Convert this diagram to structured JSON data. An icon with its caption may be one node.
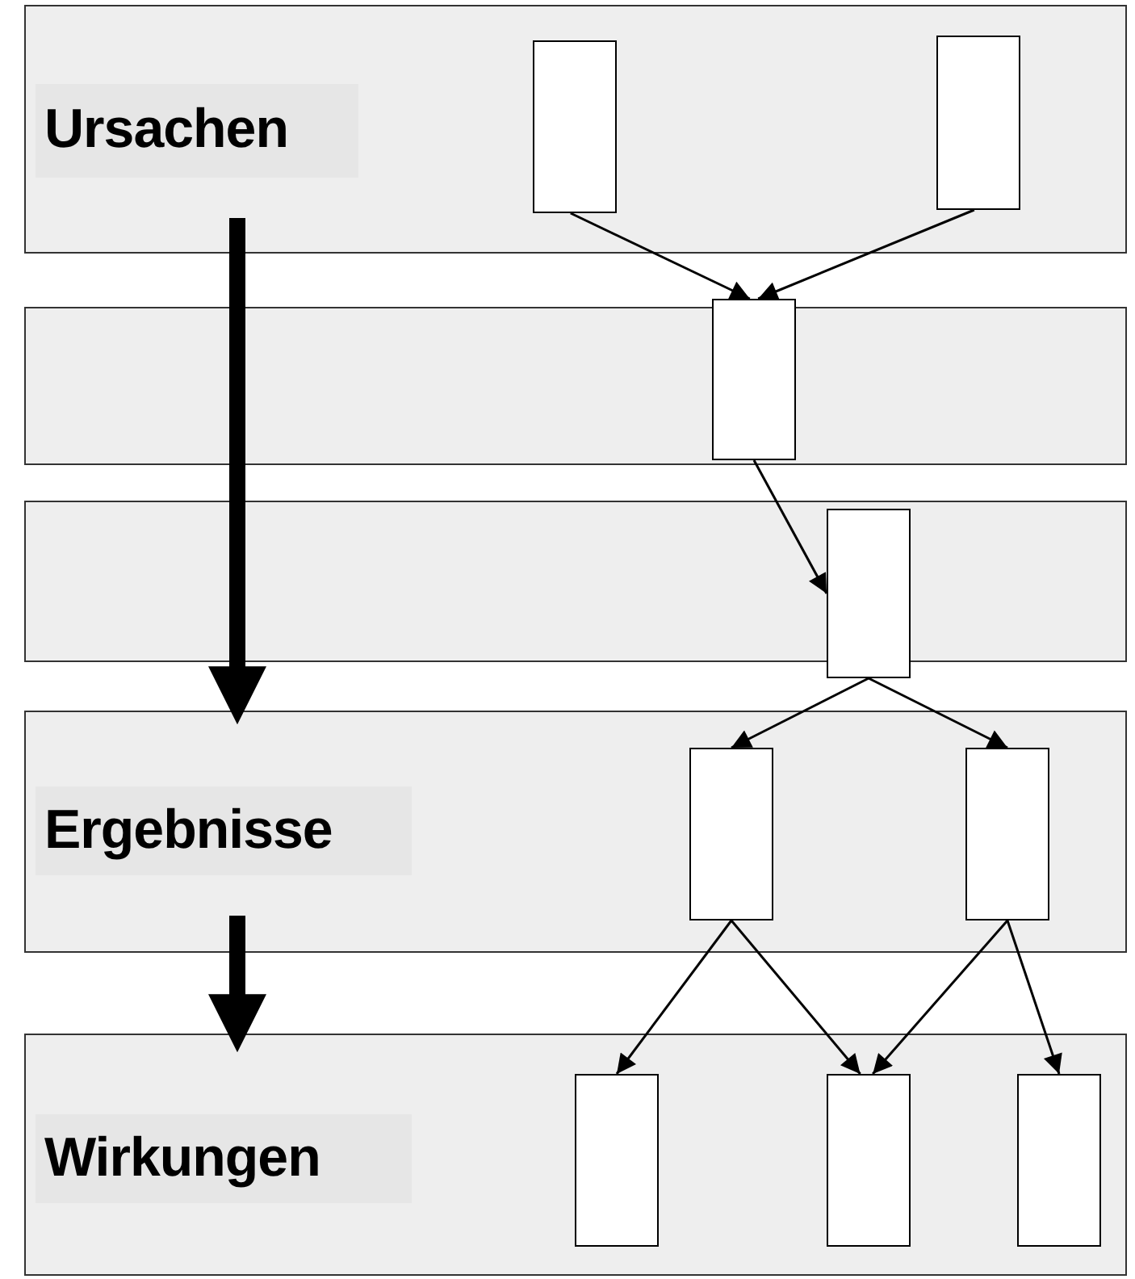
{
  "diagram": {
    "nodes": [
      {
        "text": [],
        "shape": "box"
      },
      {
        "text": [
          "Ursachen"
        ],
        "in": 0
      },
      {
        "text": [],
        "shape": "box",
        "in": 0
      },
      {
        "text": [],
        "shape": "box",
        "in": 0
      },
      {
        "text": [],
        "shape": "box"
      },
      {
        "text": [],
        "shape": "box",
        "in": 4
      },
      {
        "text": [],
        "shape": "box"
      },
      {
        "text": [],
        "shape": "box",
        "in": 6
      },
      {
        "text": [],
        "shape": "box"
      },
      {
        "text": [
          "Ergebnisse"
        ],
        "in": 8
      },
      {
        "text": [],
        "shape": "box",
        "in": 8
      },
      {
        "text": [],
        "shape": "box",
        "in": 8
      },
      {
        "text": [],
        "shape": "box"
      },
      {
        "text": [
          "Wirkungen"
        ],
        "in": 12
      },
      {
        "text": [],
        "shape": "box",
        "in": 12
      },
      {
        "text": [],
        "shape": "box",
        "in": 12
      },
      {
        "text": [],
        "shape": "box",
        "in": 12
      }
    ],
    "edges": [
      {
        "from": 2,
        "to": 5,
        "arrow": "to"
      },
      {
        "from": 3,
        "to": 5,
        "arrow": "to"
      },
      {
        "from": 5,
        "to": 7,
        "arrow": "to"
      },
      {
        "from": 7,
        "to": 10,
        "arrow": "to"
      },
      {
        "from": 7,
        "to": 11,
        "arrow": "to"
      },
      {
        "from": 10,
        "to": 14,
        "arrow": "to"
      },
      {
        "from": 10,
        "to": 15,
        "arrow": "to"
      },
      {
        "from": 11,
        "to": 15,
        "arrow": "to"
      },
      {
        "from": 11,
        "to": 16,
        "arrow": "to"
      },
      {
        "from": 1,
        "to": 9,
        "arrow": "to",
        "style": "thick"
      },
      {
        "from": 9,
        "to": 13,
        "arrow": "to",
        "style": "thick"
      }
    ]
  }
}
